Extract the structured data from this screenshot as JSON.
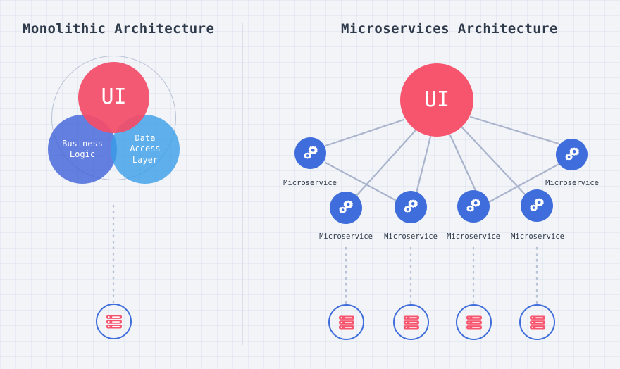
{
  "theme": {
    "background": "#f2f4f8",
    "grid_line": "#cbd3e3",
    "divider": "#d9e0ea",
    "title_color": "#2f3a4a",
    "accent_pink": "#f7556e",
    "accent_blue": "#3f6ddb",
    "accent_light_blue": "#389ee8",
    "connector": "#aab4cc",
    "dotted_line": "#b9c2d6",
    "label_color": "#2f3a4a",
    "node_icon_color": "#ffffff"
  },
  "panels": {
    "monolithic": {
      "title": "Monolithic Architecture",
      "outer_circle": {
        "label": "monolith-boundary"
      },
      "components": [
        {
          "id": "ui",
          "label": "UI",
          "color": "#f44c68",
          "font_size": 30
        },
        {
          "id": "bl",
          "label": "Business\nLogic",
          "color": "#3f62d8",
          "font_size": 12
        },
        {
          "id": "dal",
          "label": "Data\nAccess\nLayer",
          "color": "#389ee8",
          "font_size": 12
        }
      ],
      "database": {
        "label": "database",
        "icon": "server-stack-icon"
      },
      "connector_style": "dotted"
    },
    "microservices": {
      "title": "Microservices Architecture",
      "hub": {
        "id": "ui",
        "label": "UI",
        "color": "#f7556e",
        "font_size": 30
      },
      "nodes": [
        {
          "id": "ms-left",
          "label": "Microservice",
          "icon": "gears-icon"
        },
        {
          "id": "ms-1",
          "label": "Microservice",
          "icon": "gears-icon"
        },
        {
          "id": "ms-2",
          "label": "Microservice",
          "icon": "gears-icon"
        },
        {
          "id": "ms-3",
          "label": "Microservice",
          "icon": "gears-icon"
        },
        {
          "id": "ms-4",
          "label": "Microservice",
          "icon": "gears-icon"
        },
        {
          "id": "ms-right",
          "label": "Microservice",
          "icon": "gears-icon"
        }
      ],
      "databases": [
        {
          "id": "db-1",
          "label": "database",
          "icon": "server-stack-icon"
        },
        {
          "id": "db-2",
          "label": "database",
          "icon": "server-stack-icon"
        },
        {
          "id": "db-3",
          "label": "database",
          "icon": "server-stack-icon"
        },
        {
          "id": "db-4",
          "label": "database",
          "icon": "server-stack-icon"
        }
      ],
      "connector_style": "solid",
      "database_connector_style": "dotted"
    }
  }
}
